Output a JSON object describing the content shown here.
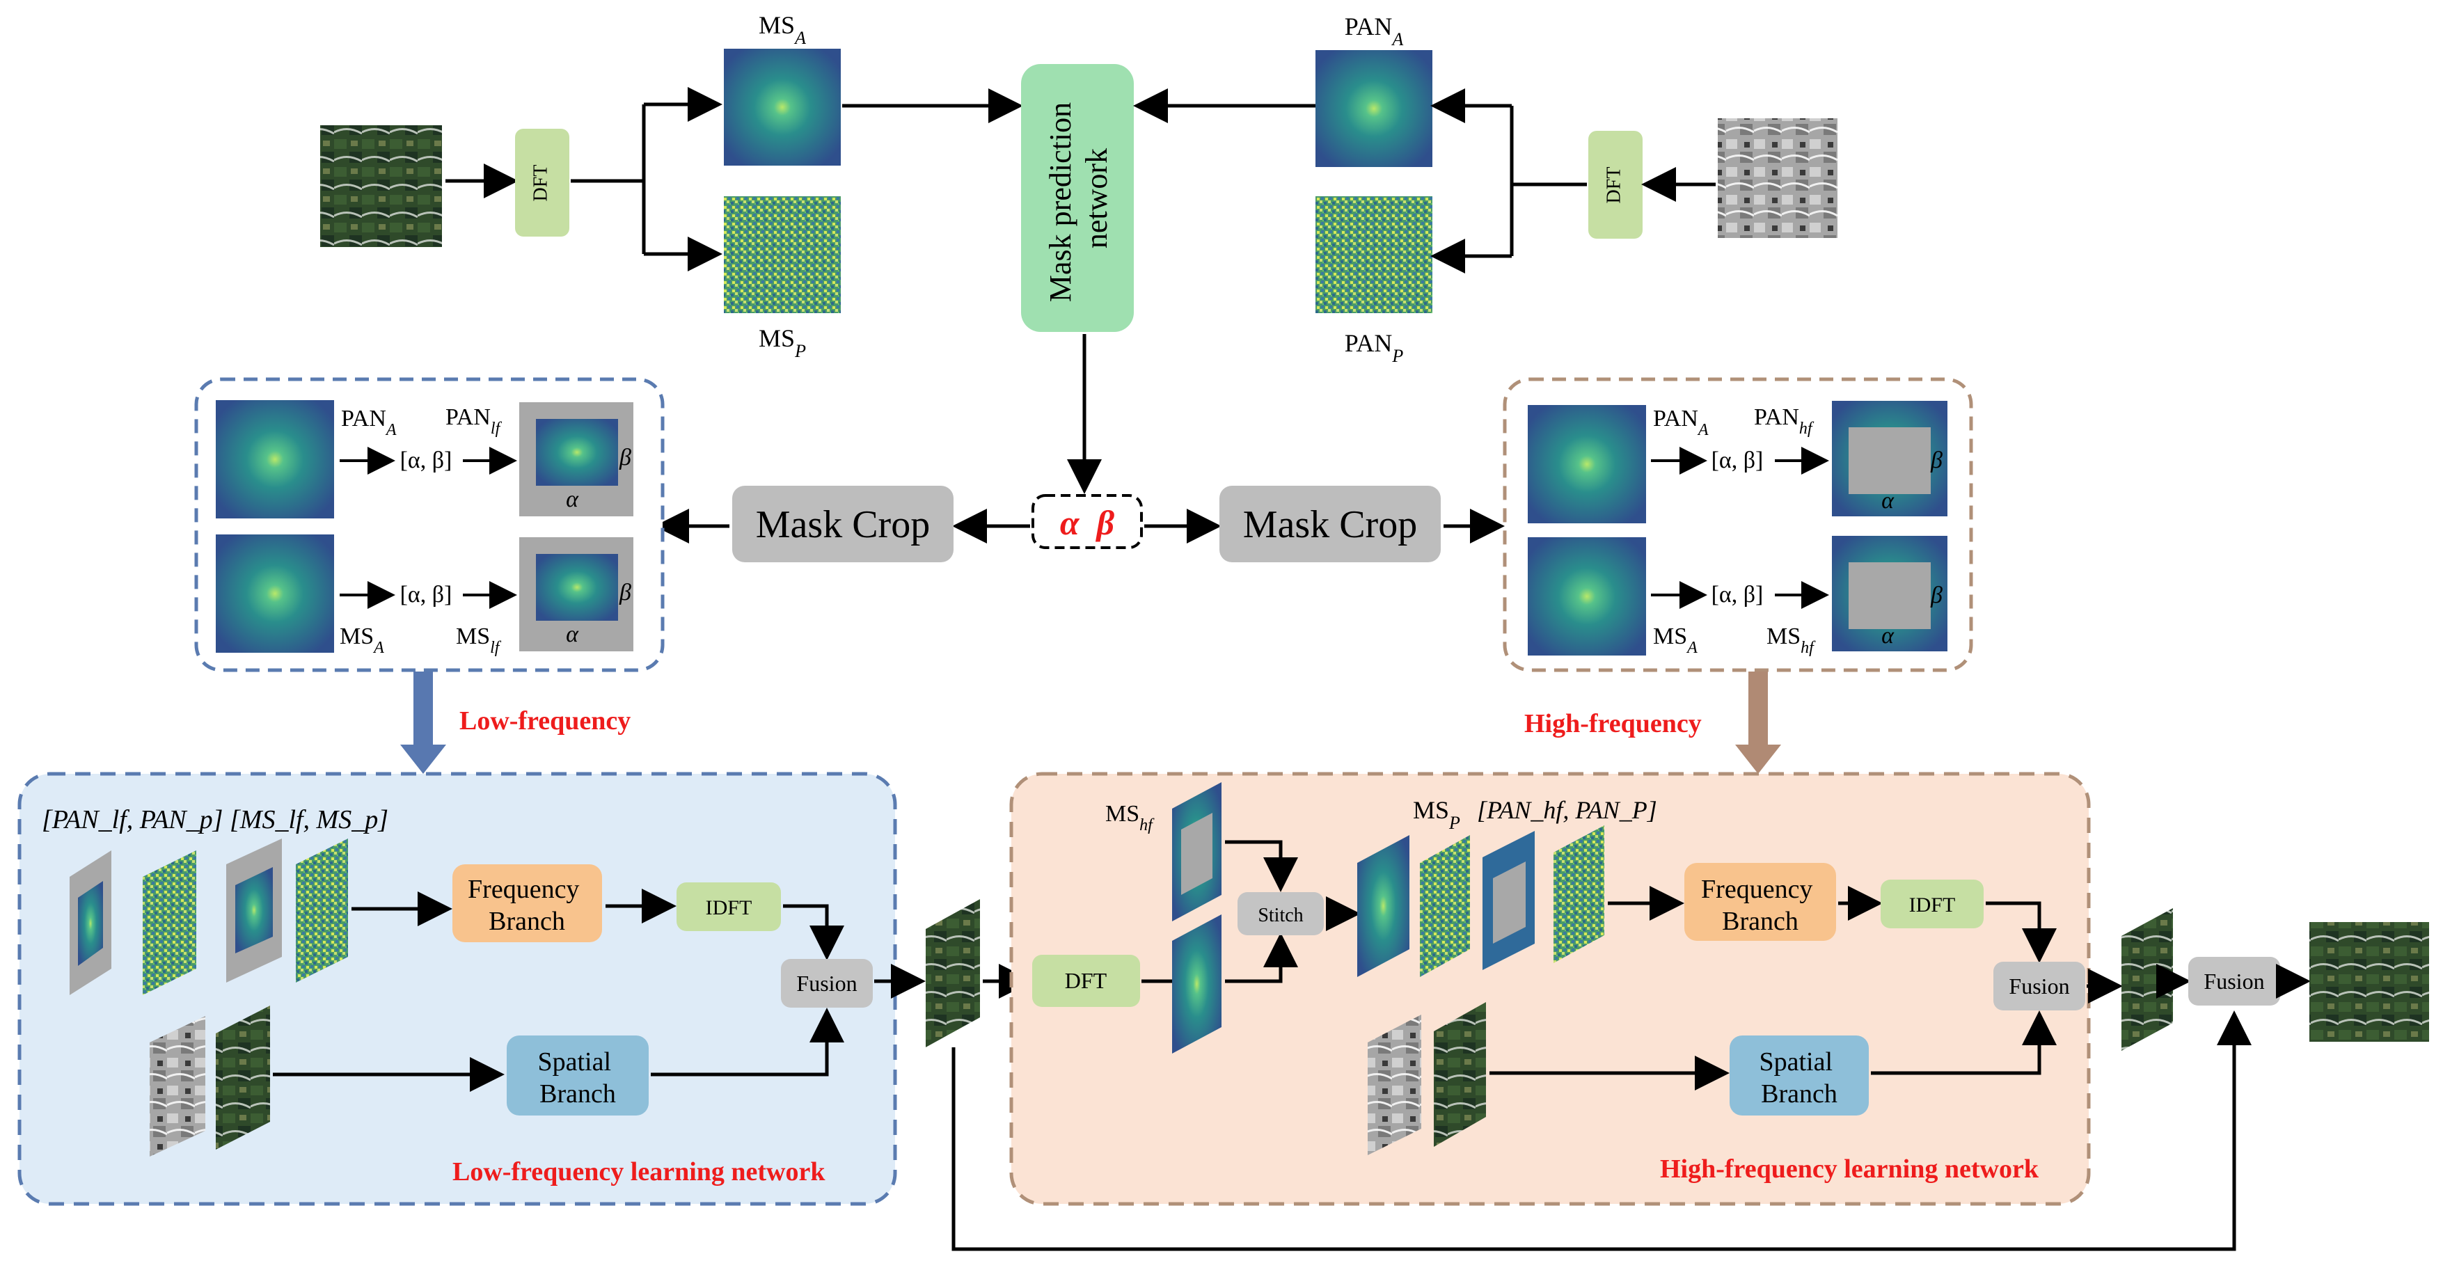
{
  "labels": {
    "dft": "DFT",
    "idft": "IDFT",
    "mask_prediction": [
      "Mask prediction",
      "network"
    ],
    "mask_crop": "Mask Crop",
    "alpha_beta": "α  β",
    "ms_a": "MS",
    "ms_a_sub": "A",
    "ms_p": "MS",
    "ms_p_sub": "P",
    "pan_a": "PAN",
    "pan_a_sub": "A",
    "pan_p": "PAN",
    "pan_p_sub": "P",
    "pan_lf": "PAN",
    "pan_lf_sub": "lf",
    "pan_hf": "PAN",
    "pan_hf_sub": "hf",
    "ms_lf": "MS",
    "ms_lf_sub": "lf",
    "ms_hf": "MS",
    "ms_hf_sub": "hf",
    "alpha_beta_interval": "[α, β]",
    "alpha": "α",
    "beta": "β",
    "low_frequency": "Low-frequency",
    "high_frequency": "High-frequency",
    "low_freq_network": "Low-frequency learning network",
    "high_freq_network": "High-frequency learning network",
    "frequency_branch": [
      "Frequency",
      "Branch"
    ],
    "spatial_branch": [
      "Spatial",
      "Branch"
    ],
    "fusion": "Fusion",
    "stitch": "Stitch",
    "pan_pair_lf": "[PAN",
    "pan_pair_lf_text": "[PAN_lf, PAN_p]",
    "ms_pair_lf_text": "[MS_lf, MS_p]",
    "pan_pair_hf_text": "[PAN_hf, PAN_P]"
  },
  "colors": {
    "spectrum_dark": "#2c4a7c",
    "spectrum_mid": "#2e8a8a",
    "spectrum_bright": "#7fd36a",
    "mask_gray": "#a8a8a8",
    "dft_green": "#c6dfa3",
    "mask_net_green": "#9fe0b0",
    "mask_crop_gray": "#bdbdbd",
    "freq_branch_orange": "#f8c38d",
    "spatial_branch_blue": "#8ebfd9",
    "fusion_gray": "#c4c4c4",
    "low_box_fill": "#deebf7",
    "low_box_border": "#5a7bb0",
    "high_box_fill": "#fbe3d4",
    "high_box_border": "#b09078",
    "red_text": "#ee1c1c",
    "low_arrow": "#5878b0",
    "high_arrow": "#b08a74"
  }
}
